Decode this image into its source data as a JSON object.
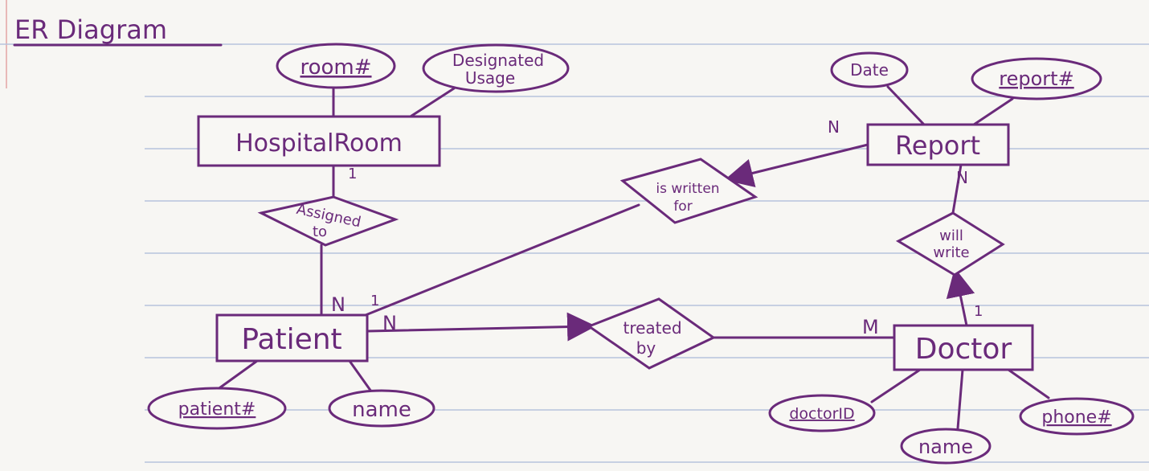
{
  "title": "ER Diagram",
  "entities": {
    "hospital_room": "HospitalRoom",
    "report": "Report",
    "patient": "Patient",
    "doctor": "Doctor"
  },
  "relationships": {
    "assigned_to": [
      "Assigned",
      "to"
    ],
    "is_written_for": [
      "is written",
      "for"
    ],
    "will_write": [
      "will",
      "write"
    ],
    "treated_by": [
      "treated",
      "by"
    ]
  },
  "attributes": {
    "room_no": "room#",
    "designated_usage": [
      "Designated",
      "Usage"
    ],
    "date": "Date",
    "report_no": "report#",
    "patient_no": "patient#",
    "patient_name": "name",
    "doctor_id": "doctorID",
    "doctor_name": "name",
    "phone_no": "phone#"
  },
  "cardinalities": {
    "room_assigned": "1",
    "patient_assigned": "N",
    "patient_written_for": "1",
    "report_written_for": "N",
    "report_will_write": "N",
    "doctor_will_write": "1",
    "patient_treated": "N",
    "doctor_treated": "M"
  },
  "colors": {
    "ink": "#6a2a7a",
    "paper": "#f7f6f3",
    "rule": "#b7c4dc",
    "margin": "#e2a5a5"
  }
}
